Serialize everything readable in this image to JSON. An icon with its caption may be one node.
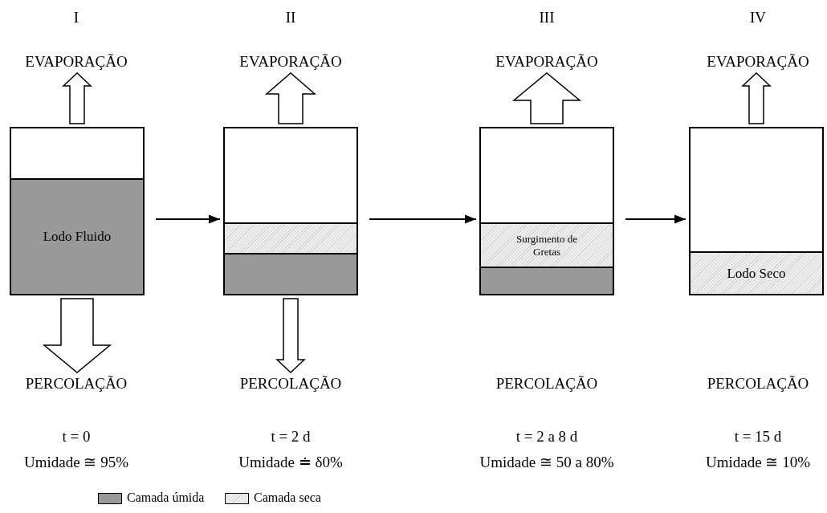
{
  "diagram": {
    "nodes": [
      {
        "text": [
          "EVAPORAÇÃO"
        ]
      },
      {
        "text": [
          "EVAPORAÇÃO"
        ]
      },
      {
        "text": [
          "EVAPORAÇÃO"
        ]
      },
      {
        "text": [
          "EVAPORAÇÃO"
        ]
      },
      {
        "text": [],
        "shape": "box"
      },
      {
        "text": [
          "Lodo Fluido"
        ],
        "in": 4
      },
      {
        "text": [],
        "shape": "box"
      },
      {
        "text": [],
        "shape": "box",
        "in": 6
      },
      {
        "text": [],
        "shape": "box",
        "in": 6
      },
      {
        "text": [],
        "shape": "box"
      },
      {
        "text": [
          "Surgimento de Gretas"
        ],
        "in": 9
      },
      {
        "text": [],
        "shape": "box",
        "in": 9
      },
      {
        "text": [],
        "shape": "box"
      },
      {
        "text": [
          "Lodo Seco"
        ],
        "in": 12
      },
      {
        "text": [
          "PERCOLAÇÃO"
        ]
      },
      {
        "text": [
          "PERCOLAÇÃO"
        ]
      },
      {
        "text": [
          "PERCOLAÇÃO"
        ]
      },
      {
        "text": [
          "PERCOLAÇÃO"
        ]
      }
    ],
    "edges": [
      {
        "from": 4,
        "to": 0,
        "arrow": "to",
        "style": "thick"
      },
      {
        "from": 6,
        "to": 1,
        "arrow": "to",
        "style": "thick"
      },
      {
        "from": 9,
        "to": 2,
        "arrow": "to",
        "style": "thick"
      },
      {
        "from": 12,
        "to": 3,
        "arrow": "to",
        "style": "thick"
      },
      {
        "from": 4,
        "to": 6,
        "arrow": "to"
      },
      {
        "from": 6,
        "to": 9,
        "arrow": "to"
      },
      {
        "from": 9,
        "to": 12,
        "arrow": "to"
      },
      {
        "from": 4,
        "to": 14,
        "arrow": "to",
        "style": "thick"
      },
      {
        "from": 6,
        "to": 15,
        "arrow": "to",
        "style": "thick"
      }
    ],
    "labels": [
      "I",
      "II",
      "III",
      "IV",
      "t = 0",
      "t = 2 d",
      "t = 2 a 8 d",
      "t = 15 d",
      "Umidade ≅ 95%",
      "Umidade ≐ δ0%",
      "Umidade ≅ 50 a 80%",
      "Umidade ≅ 10%"
    ],
    "legend": [
      {
        "text": "Camada úmida",
        "color": "#999999"
      },
      {
        "text": "Camada seca",
        "color": "#eeeeee"
      }
    ]
  }
}
